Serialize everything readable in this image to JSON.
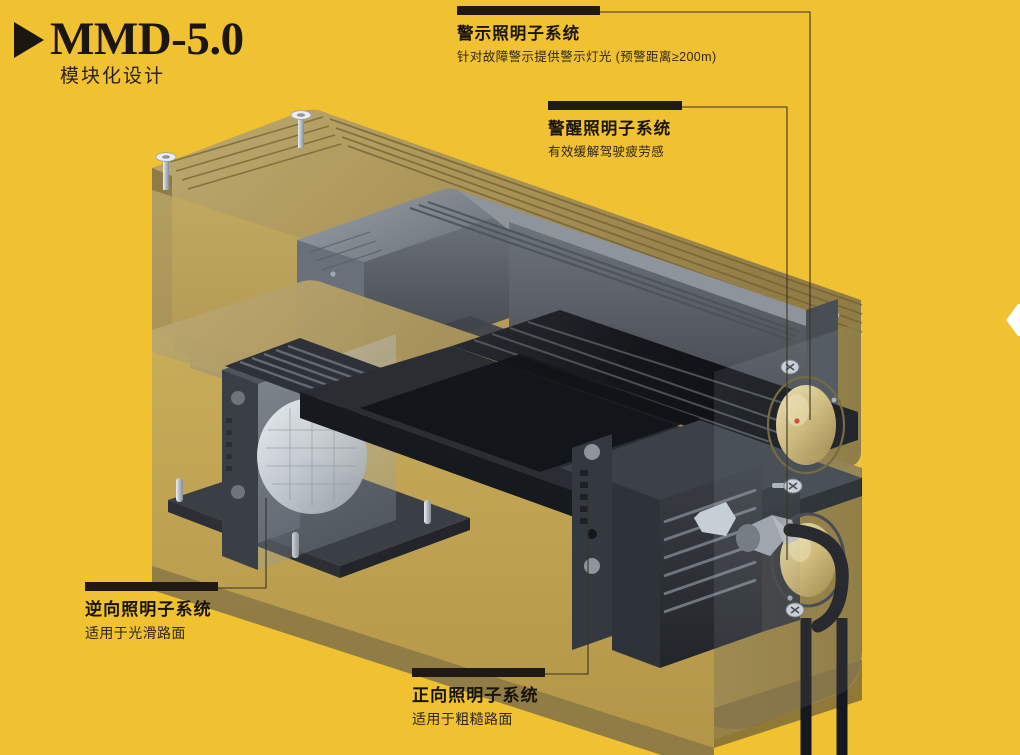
{
  "page": {
    "background_color": "#F0C231",
    "ink_color": "#1b1610"
  },
  "brand": {
    "marker_icon": "play-triangle-icon",
    "title": "MMD-5.0",
    "subtitle": "模块化设计"
  },
  "callouts": [
    {
      "key": "warning-lighting",
      "title": "警示照明子系统",
      "desc": "针对故障警示提供警示灯光 (预警距离≥200m)"
    },
    {
      "key": "alert-lighting",
      "title": "警醒照明子系统",
      "desc": "有效缓解驾驶疲劳感"
    },
    {
      "key": "reverse-lighting",
      "title": "逆向照明子系统",
      "desc": "适用于光滑路面"
    },
    {
      "key": "forward-lighting",
      "title": "正向照明子系统",
      "desc": "适用于粗糙路面"
    }
  ],
  "product": {
    "name": "MMD-5.0 modular lighting unit exploded view",
    "housing_color": "#A89258",
    "module_color": "#4a4e55",
    "lens_color": "#d9c27a"
  },
  "edge": {
    "chevron_icon": "chevron-left-icon",
    "chevron_color": "#ffffff"
  }
}
